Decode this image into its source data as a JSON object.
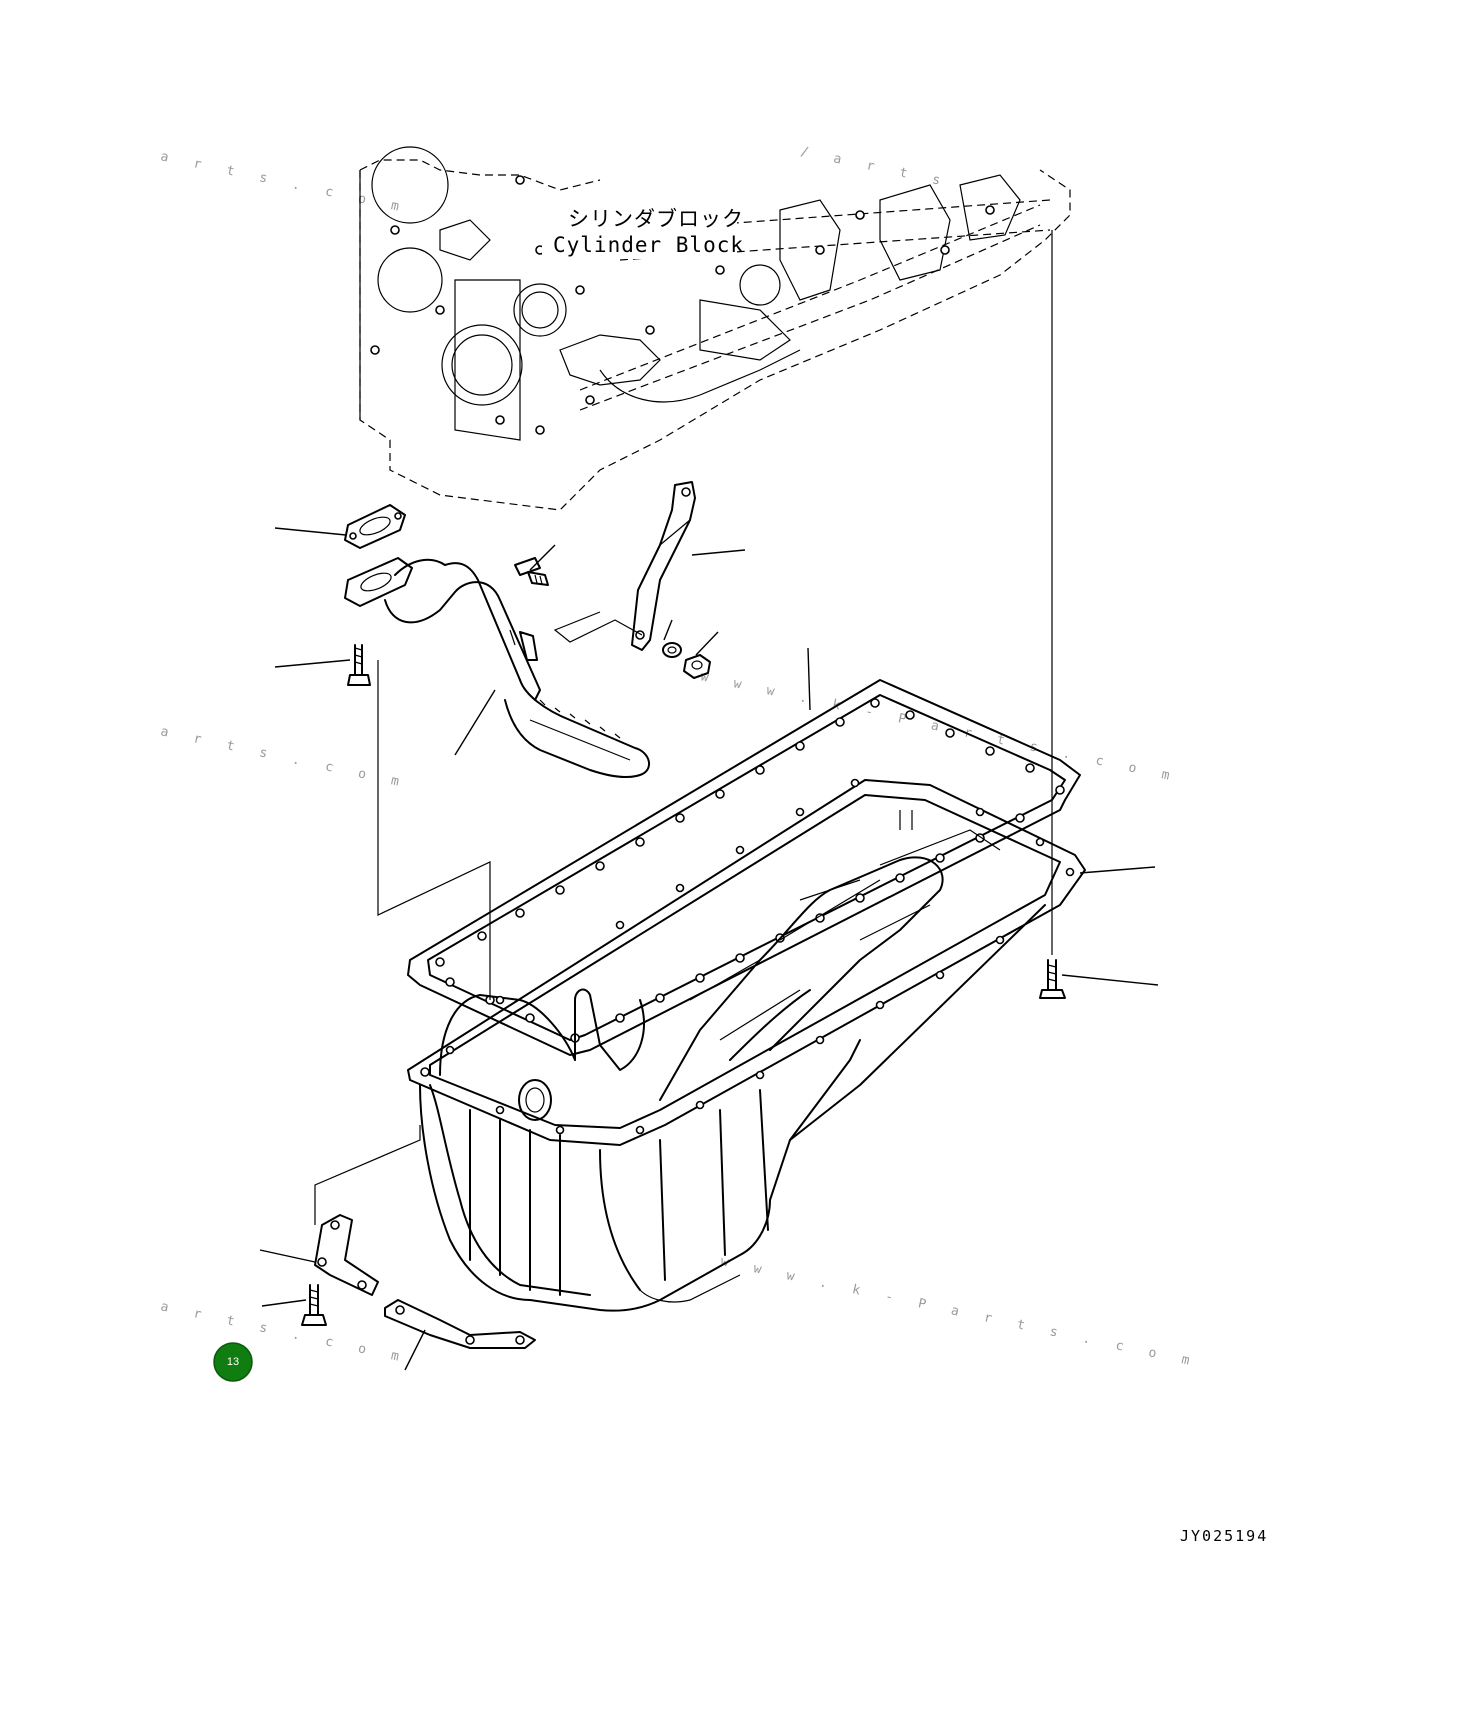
{
  "callout": {
    "label_jp": "シリンダブロック",
    "label_en": "Cylinder Block"
  },
  "badge": {
    "number": "13",
    "color": "#0f7d10"
  },
  "drawing_code": "JY025194",
  "watermarks": [
    "a r t s . c o m",
    "/ a r t s",
    "a r t s . c o m",
    "w w w . k - P a r t s . c o m",
    "a r t s . c o m",
    "w w w . k - P a r t s . c o m"
  ]
}
